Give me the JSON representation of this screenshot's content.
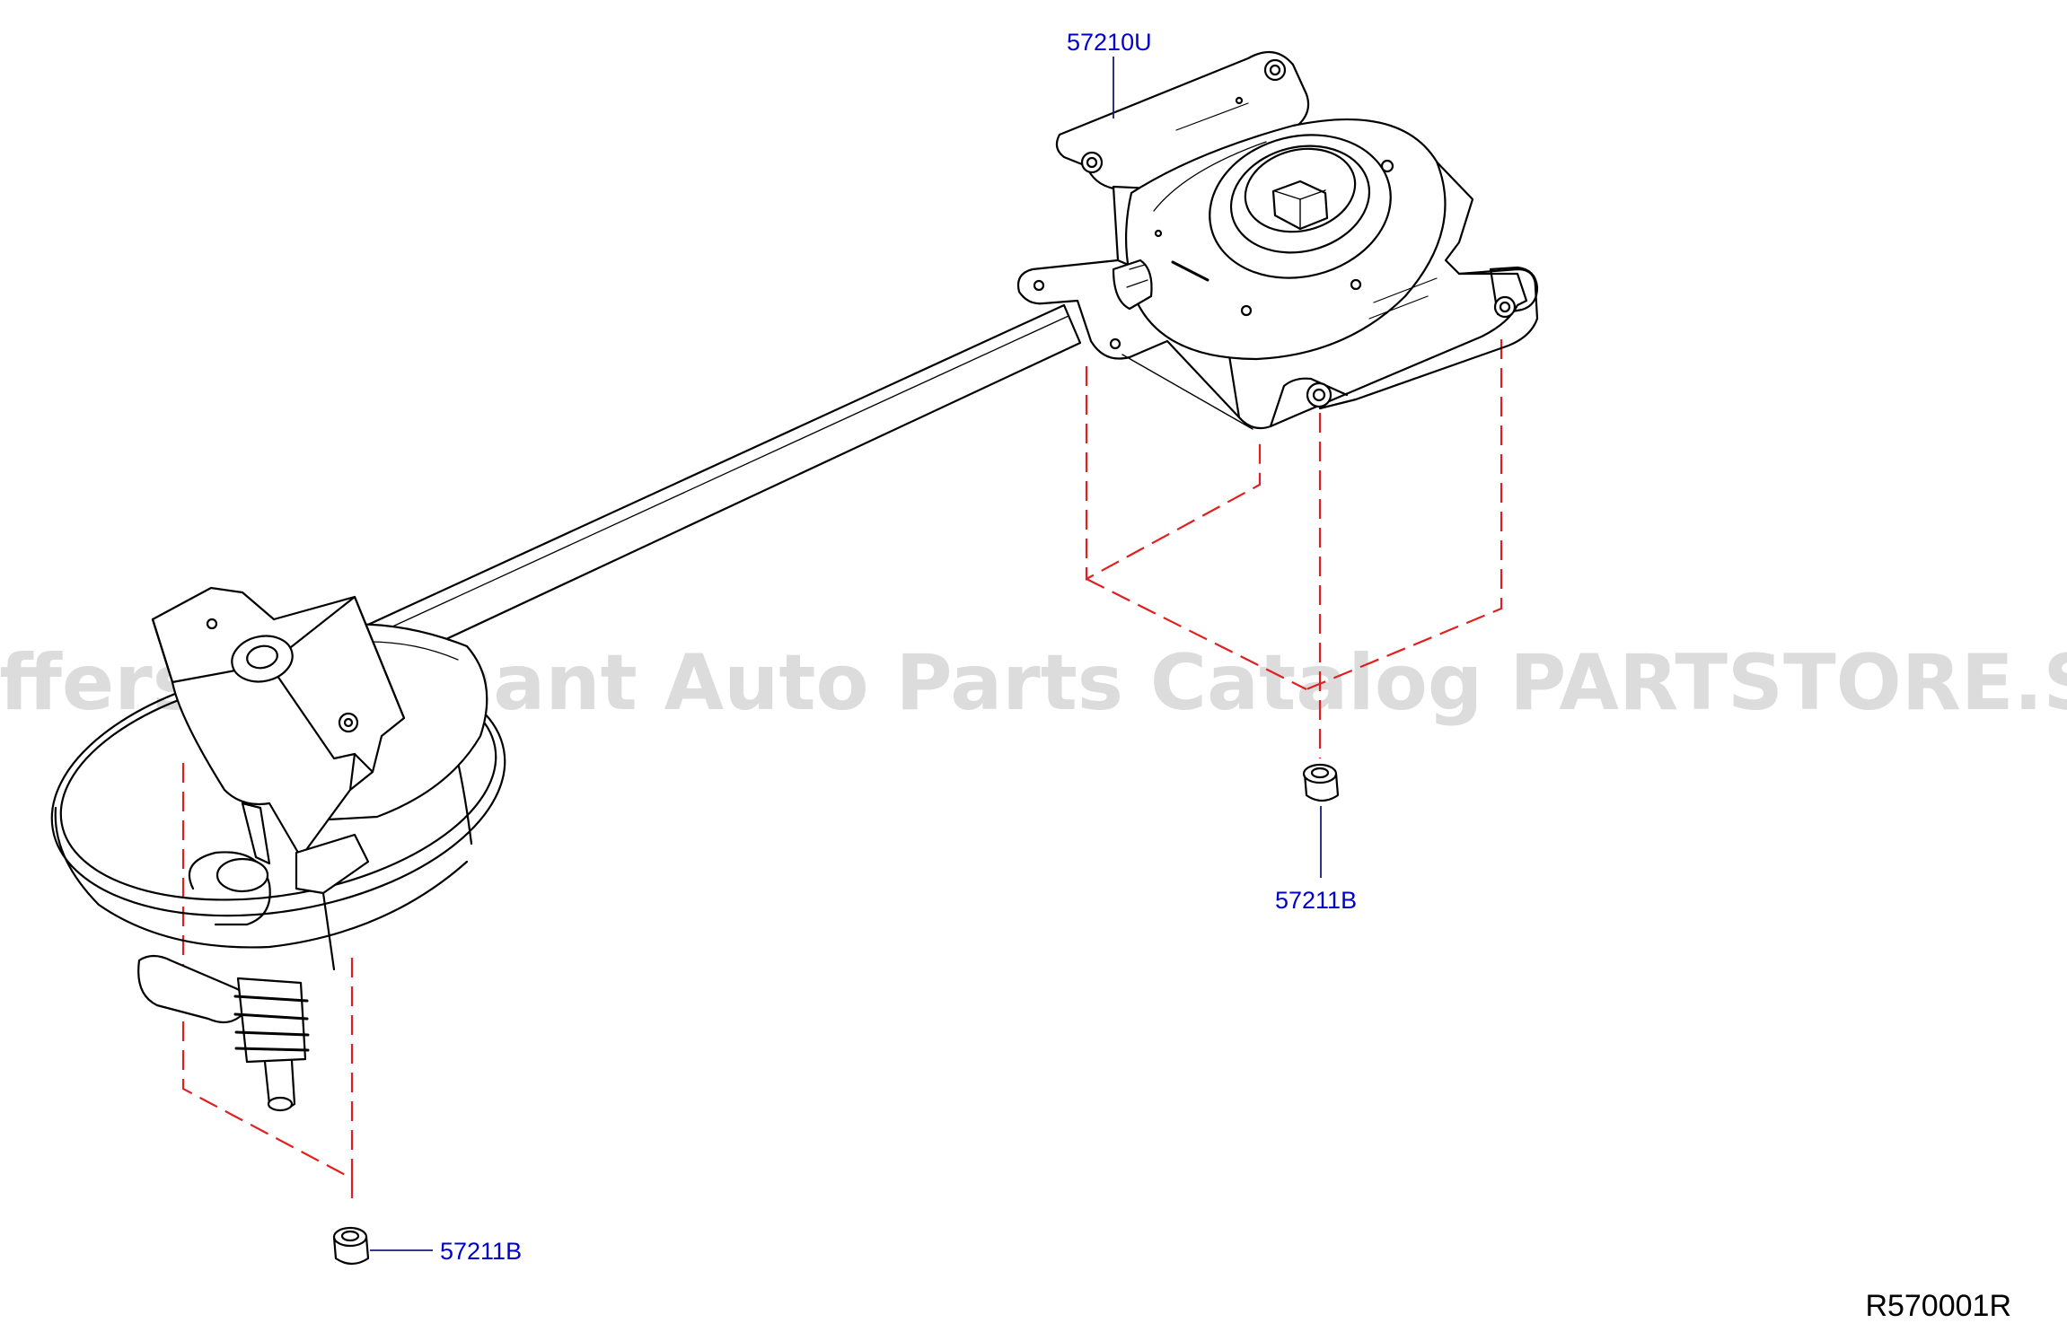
{
  "callouts": {
    "carrier": "57210U",
    "nut_right": "57211B",
    "nut_left": "57211B"
  },
  "diagram_ref": "R570001R",
  "watermark": "Offers Merchant Auto Parts Catalog PARTSTORE.SA",
  "colors": {
    "line": "#000000",
    "callout": "#0000cc",
    "leader": "#1a1a7a",
    "hidden_line": "#e02020",
    "watermark": "#d6d6d6"
  }
}
